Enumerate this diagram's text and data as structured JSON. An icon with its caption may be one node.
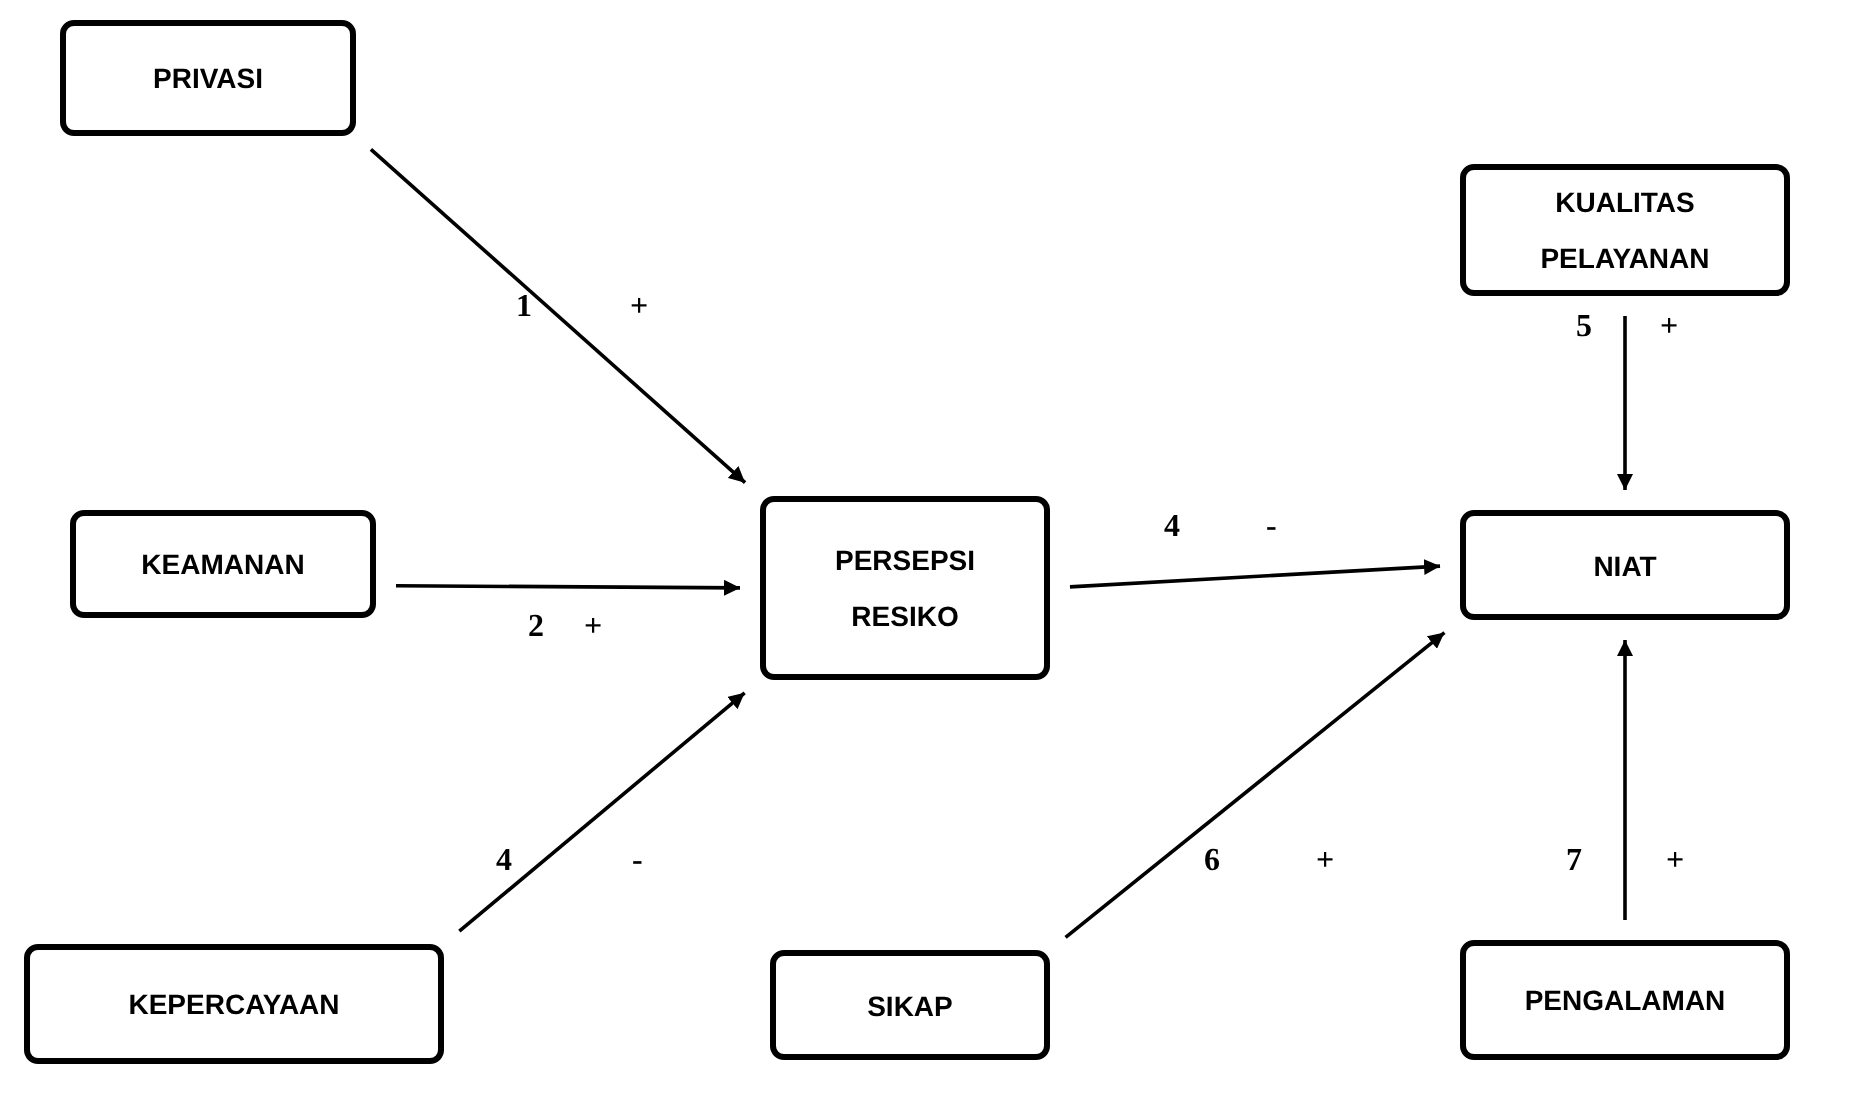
{
  "diagram": {
    "nodes": [
      {
        "text": [
          "PRIVASI"
        ]
      },
      {
        "text": [
          "KEAMANAN"
        ]
      },
      {
        "text": [
          "KEPERCAYAAN"
        ]
      },
      {
        "text": [
          "PERSEPSI RESIKO"
        ]
      },
      {
        "text": [
          "SIKAP"
        ]
      },
      {
        "text": [
          "KUALITAS PELAYANAN"
        ]
      },
      {
        "text": [
          "NIAT"
        ]
      },
      {
        "text": [
          "PENGALAMAN"
        ]
      }
    ],
    "edges": [
      {
        "from": 0,
        "to": 3,
        "arrow": "to"
      },
      {
        "from": 1,
        "to": 3,
        "arrow": "to"
      },
      {
        "from": 2,
        "to": 3,
        "arrow": "to"
      },
      {
        "from": 3,
        "to": 6,
        "arrow": "to"
      },
      {
        "from": 5,
        "to": 6,
        "arrow": "to"
      },
      {
        "from": 4,
        "to": 6,
        "arrow": "to"
      },
      {
        "from": 7,
        "to": 6,
        "arrow": "to"
      }
    ],
    "labels": [
      "1",
      "+",
      "5",
      "+",
      "4",
      "-",
      "2",
      "+",
      "4",
      "-",
      "6",
      "+",
      "7",
      "+"
    ]
  }
}
